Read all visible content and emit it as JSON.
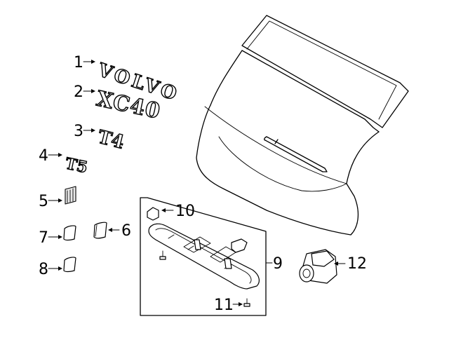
{
  "diagram": {
    "callouts": [
      {
        "id": "1",
        "label": "1"
      },
      {
        "id": "2",
        "label": "2"
      },
      {
        "id": "3",
        "label": "3"
      },
      {
        "id": "4",
        "label": "4"
      },
      {
        "id": "5",
        "label": "5"
      },
      {
        "id": "6",
        "label": "6"
      },
      {
        "id": "7",
        "label": "7"
      },
      {
        "id": "8",
        "label": "8"
      },
      {
        "id": "9",
        "label": "9"
      },
      {
        "id": "10",
        "label": "10"
      },
      {
        "id": "11",
        "label": "11"
      },
      {
        "id": "12",
        "label": "12"
      }
    ],
    "emblems": {
      "brand": "VOLVO",
      "model": "XC40",
      "trim_t4": "T4",
      "trim_t5": "T5"
    }
  }
}
